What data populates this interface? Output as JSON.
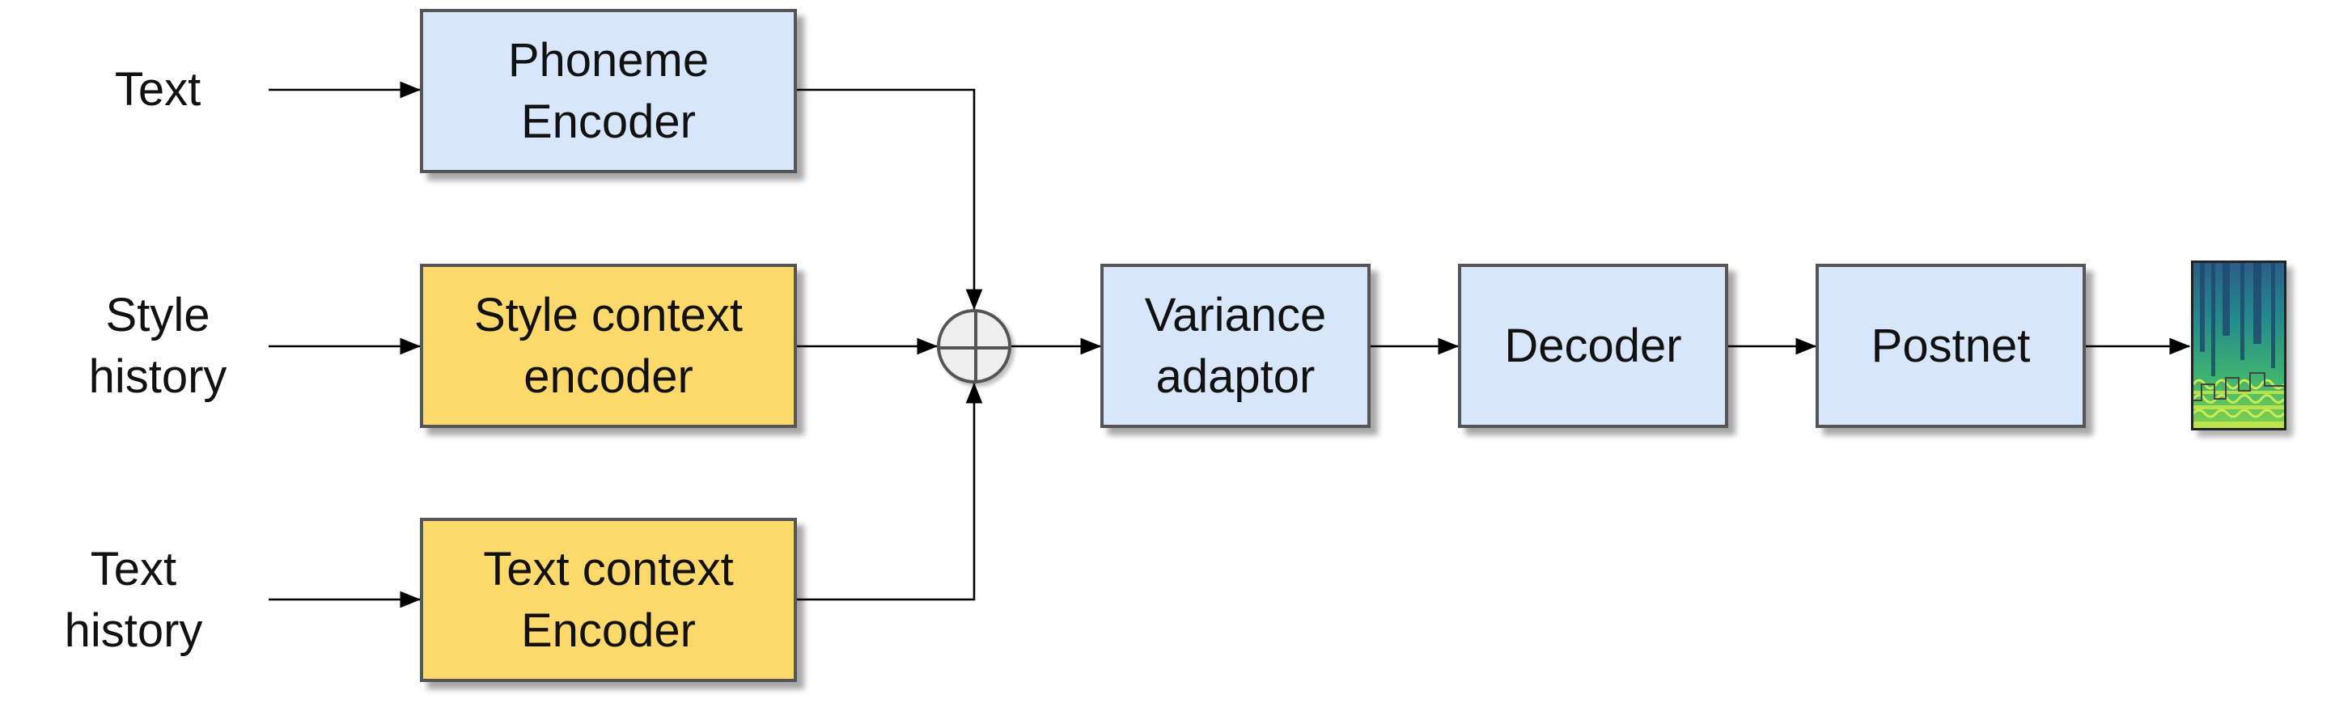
{
  "inputs": {
    "text": "Text",
    "style_history": "Style\nhistory",
    "text_history": "Text\nhistory"
  },
  "blocks": {
    "phoneme_encoder": "Phoneme\nEncoder",
    "style_context_encoder": "Style context\nencoder",
    "text_context_encoder": "Text context\nEncoder",
    "variance_adaptor": "Variance\nadaptor",
    "decoder": "Decoder",
    "postnet": "Postnet"
  },
  "colors": {
    "blue_block": "#d7e6fb",
    "yellow_block": "#fdd86b",
    "border": "#555555",
    "arrow": "#000000"
  },
  "icons": {
    "sum_node": "circled-plus-icon",
    "output": "mel-spectrogram-icon"
  }
}
